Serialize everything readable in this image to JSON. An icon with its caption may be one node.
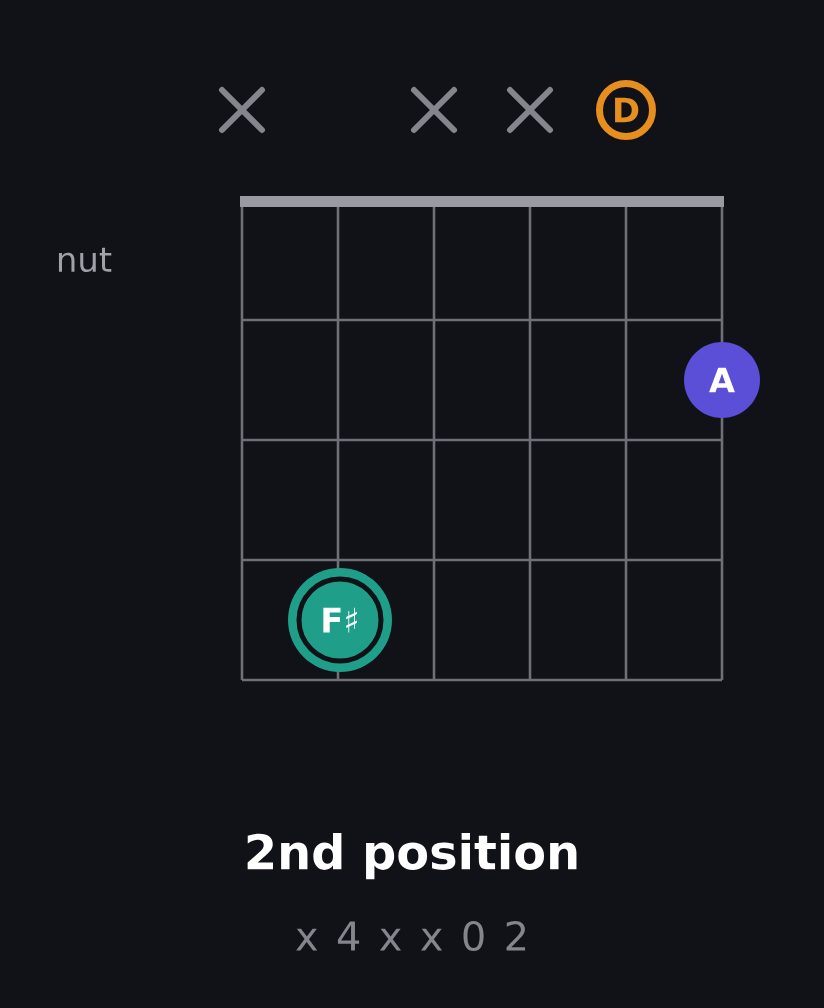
{
  "diagram": {
    "title": "2nd position",
    "caption": "x 4 x x 0 2",
    "nodes": [
      {
        "text": [
          "D"
        ]
      },
      {
        "text": [
          "A"
        ]
      },
      {
        "text": [
          "F♯"
        ]
      }
    ],
    "labels": [
      "nut"
    ]
  }
}
